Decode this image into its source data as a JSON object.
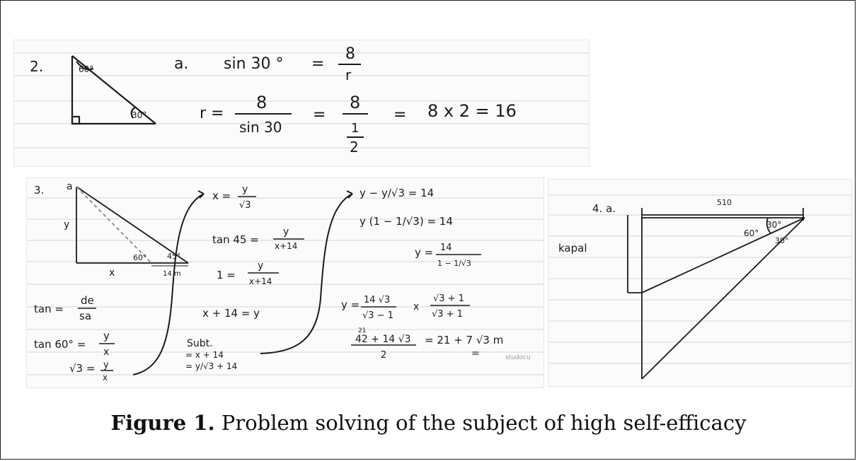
{
  "caption": {
    "label": "Figure 1.",
    "text": " Problem solving of the subject of high self-efficacy"
  },
  "panel2": {
    "number": "2.",
    "angle_top": "60°",
    "angle_bottom": "30°",
    "part": "a.",
    "line1_lhs": "sin 30 °",
    "line1_eq": "=",
    "line1_num": "8",
    "line1_den": "r",
    "line2_lhs": "r =",
    "line2_num": "8",
    "line2_den": "sin 30",
    "line2_eq1": "=",
    "line2_num2": "8",
    "line2_den2_top": "1",
    "line2_den2_bottom": "2",
    "line2_eq2": "=",
    "line2_rest": "8 x 2 = 16"
  },
  "panel3": {
    "number": "3.",
    "vertex": "a",
    "side_y": "y",
    "base_x": "x",
    "angle1": "60°",
    "angle2": "45°",
    "base_ext": "14 m",
    "col1": {
      "r1_lhs": "tan =",
      "r1_num": "de",
      "r1_den": "sa",
      "r2_lhs": "tan 60° =",
      "r2_num": "y",
      "r2_den": "x",
      "r3_lhs": "√3 =",
      "r3_num": "y",
      "r3_den": "x"
    },
    "col2": {
      "r1_lhs": "x =",
      "r1_num": "y",
      "r1_den": "√3",
      "r2_lhs": "tan 45 =",
      "r2_num": "y",
      "r2_den": "x+14",
      "r3_lhs": "1 =",
      "r3_num": "y",
      "r3_den": "x+14",
      "r4": "x + 14 = y",
      "r5": "Subt.",
      "r6": "= x + 14",
      "r7": "= y/√3 + 14"
    },
    "col3": {
      "r1": "y − y/√3 = 14",
      "r2": "y (1 − 1/√3) = 14",
      "r3_lhs": "y =",
      "r3_num": "14",
      "r3_den": "1 − 1/√3",
      "r4_lhs": "y =",
      "r4_num": "14 √3",
      "r4_den": "√3 − 1",
      "r4_x": "x",
      "r4_num2": "√3 + 1",
      "r4_den2": "√3 + 1",
      "r5_small": "21",
      "r5_num": "42 + 14 √3",
      "r5_den": "2",
      "r5_rest": "= 21 + 7 √3 m",
      "r5_mark": "=",
      "stamp": "studocu"
    }
  },
  "panel4": {
    "part": "4. a.",
    "top_label": "510",
    "angle1": "60°",
    "angle2": "30°",
    "angle3": "30°",
    "side_label": "kapal"
  }
}
